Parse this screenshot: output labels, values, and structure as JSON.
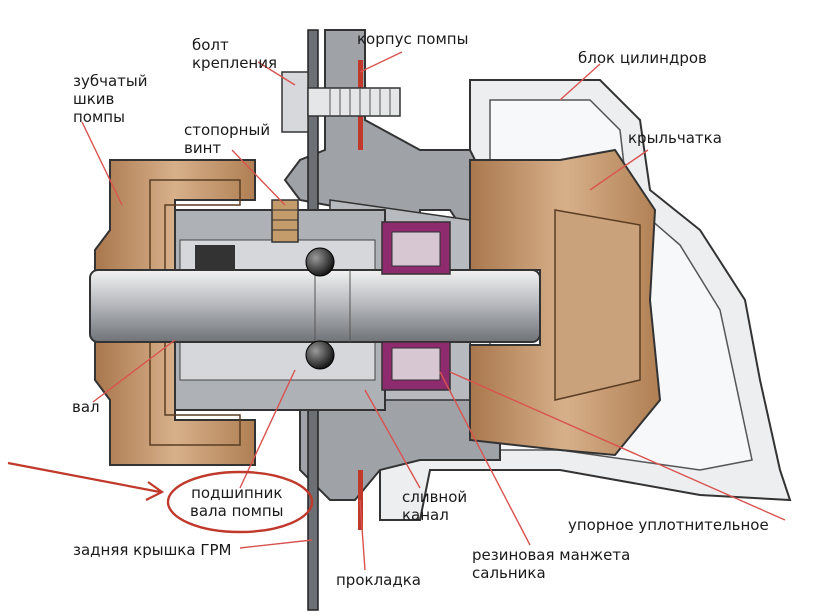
{
  "labels": {
    "bolt_line1": "болт",
    "bolt_line2": "крепления",
    "pump_housing": "корпус помпы",
    "cylinder_block": "блок цилиндров",
    "pulley_line1": "зубчатый",
    "pulley_line2": "шкив",
    "pulley_line3": "помпы",
    "set_screw_line1": "стопорный",
    "set_screw_line2": "винт",
    "impeller": "крыльчатка",
    "shaft": "вал",
    "bearing_line1": "подшипник",
    "bearing_line2": "вала помпы",
    "drain_line1": "сливной",
    "drain_line2": "канал",
    "thrust_seal": "упорное уплотнительное",
    "timing_cover": "задняя крышка ГРМ",
    "rubber_cuff_line1": "резиновая манжета",
    "rubber_cuff_line2": "сальника",
    "gasket": "прокладка"
  },
  "colors": {
    "leader": "#d9534f",
    "highlight": "#c0392b",
    "bronze": "#b98a5e",
    "metal": "#c4c6c9",
    "dark_metal": "#8e9196",
    "seal": "#8e2a6e"
  }
}
